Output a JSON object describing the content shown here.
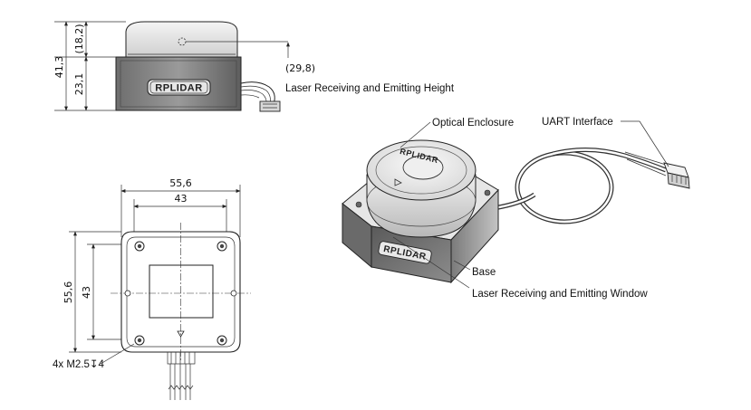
{
  "side_view": {
    "dim_total_height": "41,3",
    "dim_top_height": "(18,2)",
    "dim_base_height": "23,1",
    "dim_laser_height": "(29,8)",
    "laser_height_label": "Laser Receiving and Emitting Height",
    "brand": "RPLIDAR"
  },
  "top_view": {
    "dim_outer_width": "55,6",
    "dim_hole_width": "43",
    "dim_outer_height": "55,6",
    "dim_hole_height": "43",
    "screw_label": "4x M2.5↧4"
  },
  "iso_view": {
    "optical_enclosure": "Optical Enclosure",
    "uart_interface": "UART Interface",
    "base": "Base",
    "laser_window": "Laser Receiving and Emitting Window",
    "brand_top": "RPLIDAR",
    "brand_front": "RPLIDAR"
  }
}
